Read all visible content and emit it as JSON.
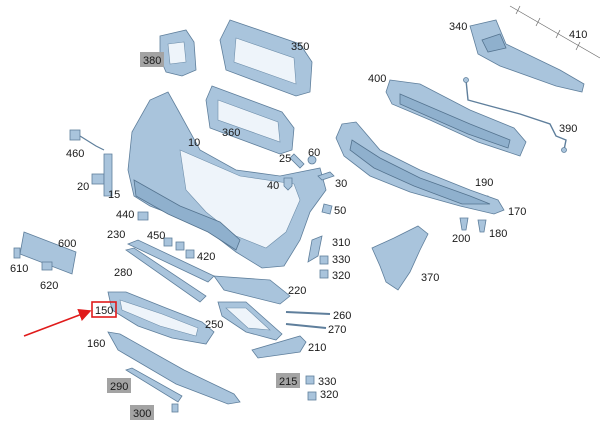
{
  "labels": {
    "p10": "10",
    "p15": "15",
    "p20": "20",
    "p25": "25",
    "p30": "30",
    "p40": "40",
    "p50": "50",
    "p60": "60",
    "p150": "150",
    "p160": "160",
    "p170": "170",
    "p180": "180",
    "p190": "190",
    "p200": "200",
    "p210": "210",
    "p215": "215",
    "p220": "220",
    "p230": "230",
    "p250": "250",
    "p260": "260",
    "p270": "270",
    "p280": "280",
    "p290": "290",
    "p300": "300",
    "p310": "310",
    "p320a": "320",
    "p320b": "320",
    "p330a": "330",
    "p330b": "330",
    "p340": "340",
    "p350": "350",
    "p360": "360",
    "p370": "370",
    "p380": "380",
    "p390": "390",
    "p400": "400",
    "p410": "410",
    "p420": "420",
    "p440": "440",
    "p450": "450",
    "p460": "460",
    "p600": "600",
    "p610": "610",
    "p620": "620"
  },
  "colors": {
    "part_fill": "#a9c4dc",
    "part_stroke": "#5f7f9c",
    "highlight_box": "#a3a3a3",
    "marker_red": "#e01b1b"
  },
  "highlighted_part": "150"
}
